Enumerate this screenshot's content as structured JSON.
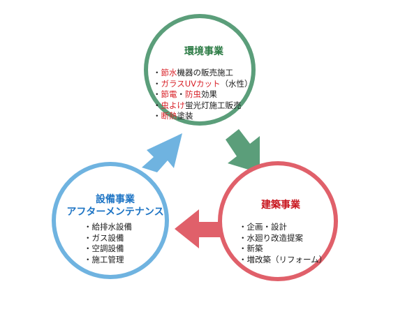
{
  "colors": {
    "green": "#5b9e7a",
    "red": "#e0606a",
    "blue": "#6fb3e0"
  },
  "env": {
    "title": "環境事業",
    "items": [
      {
        "parts": [
          {
            "t": "・"
          },
          {
            "t": "節水",
            "red": true
          },
          {
            "t": "機器の販売施工"
          }
        ]
      },
      {
        "parts": [
          {
            "t": "・"
          },
          {
            "t": "ガラスUVカット",
            "red": true
          },
          {
            "t": "（水性）"
          }
        ]
      },
      {
        "parts": [
          {
            "t": "・"
          },
          {
            "t": "節電",
            "red": true
          },
          {
            "t": "・"
          },
          {
            "t": "防虫",
            "red": true
          },
          {
            "t": "効果"
          }
        ]
      },
      {
        "parts": [
          {
            "t": "・"
          },
          {
            "t": "虫よけ",
            "red": true
          },
          {
            "t": "蛍光灯施工販売"
          }
        ]
      },
      {
        "parts": [
          {
            "t": "・"
          },
          {
            "t": "断熱",
            "red": true
          },
          {
            "t": "塗装"
          }
        ]
      }
    ]
  },
  "arch": {
    "title": "建築事業",
    "items": [
      {
        "parts": [
          {
            "t": "・企画・設計"
          }
        ]
      },
      {
        "parts": [
          {
            "t": "・水廻り改造提案"
          }
        ]
      },
      {
        "parts": [
          {
            "t": "・新築"
          }
        ]
      },
      {
        "parts": [
          {
            "t": "・増改築（リフォーム）"
          }
        ]
      }
    ]
  },
  "fac": {
    "title_line1": "設備事業",
    "title_line2": "アフターメンテナンス",
    "items": [
      {
        "parts": [
          {
            "t": "・給排水設備"
          }
        ]
      },
      {
        "parts": [
          {
            "t": "・ガス設備"
          }
        ]
      },
      {
        "parts": [
          {
            "t": "・空調設備"
          }
        ]
      },
      {
        "parts": [
          {
            "t": "・施工管理"
          }
        ]
      }
    ]
  }
}
